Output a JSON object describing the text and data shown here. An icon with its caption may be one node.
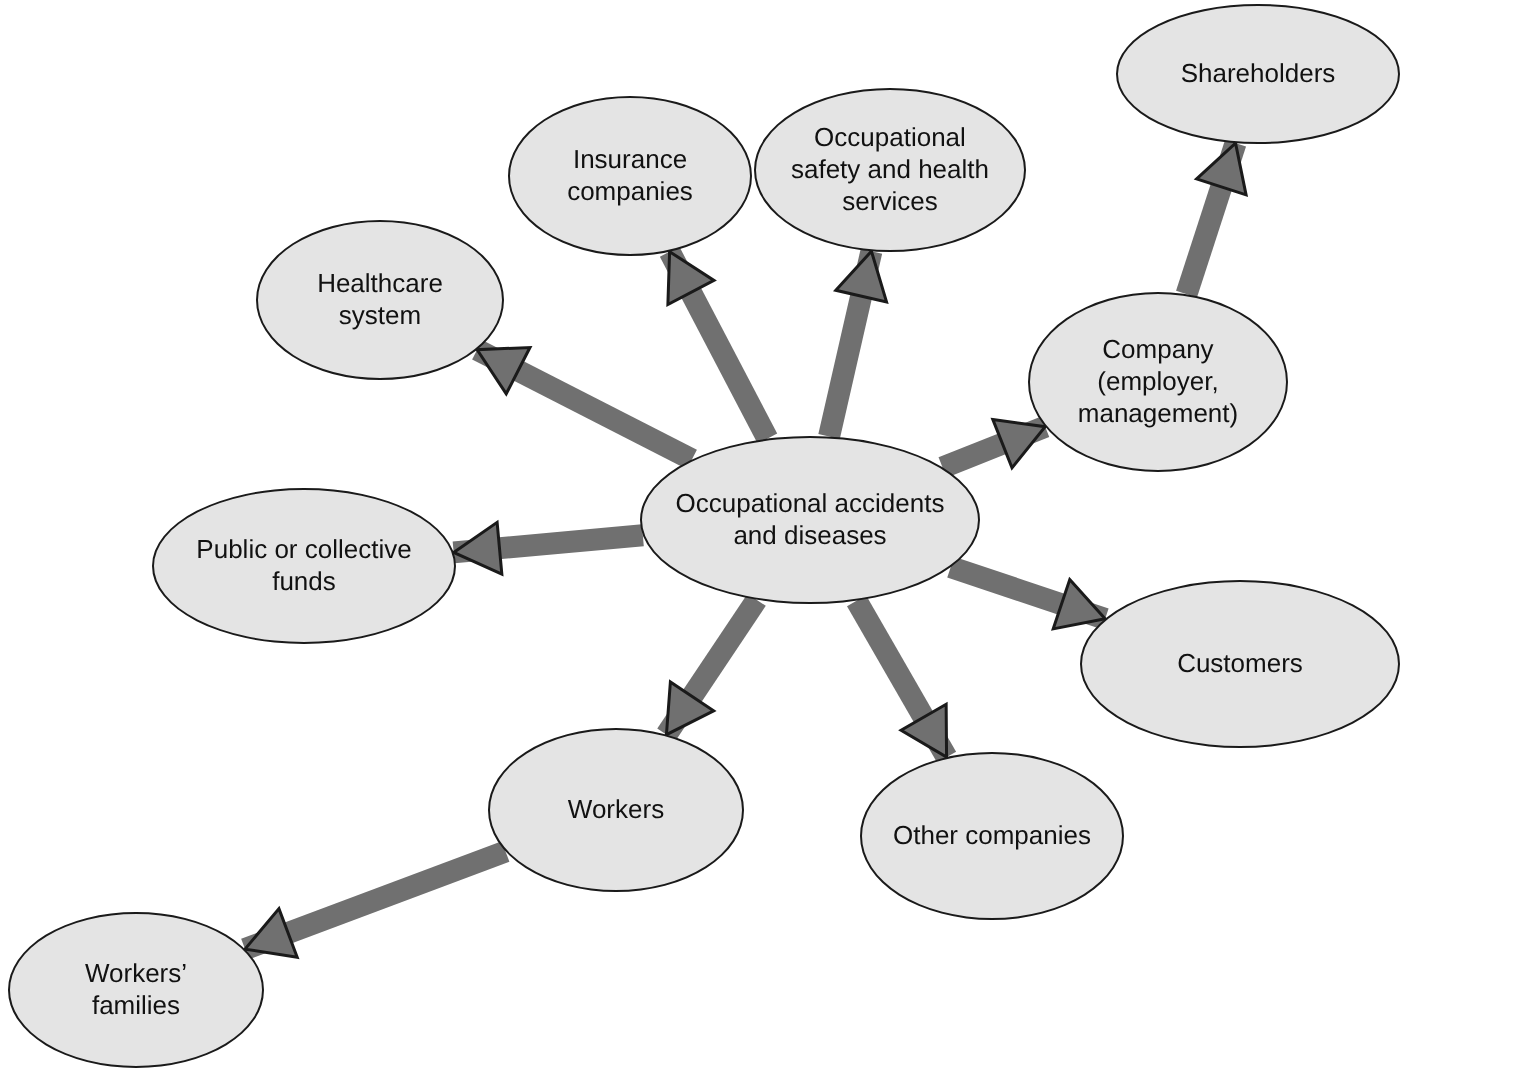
{
  "diagram": {
    "nodes": [
      {
        "text": [
          "Occupational accidents and diseases"
        ]
      },
      {
        "text": [
          "Insurance companies"
        ]
      },
      {
        "text": [
          "Occupational safety and health services"
        ]
      },
      {
        "text": [
          "Shareholders"
        ]
      },
      {
        "text": [
          "Healthcare system"
        ]
      },
      {
        "text": [
          "Company (employer, management)"
        ]
      },
      {
        "text": [
          "Public or collective funds"
        ]
      },
      {
        "text": [
          "Customers"
        ]
      },
      {
        "text": [
          "Workers"
        ]
      },
      {
        "text": [
          "Other companies"
        ]
      },
      {
        "text": [
          "Workers’ families"
        ]
      }
    ],
    "edges": [
      {
        "from": 0,
        "to": 1,
        "arrow": "to"
      },
      {
        "from": 0,
        "to": 2,
        "arrow": "to"
      },
      {
        "from": 0,
        "to": 4,
        "arrow": "to"
      },
      {
        "from": 0,
        "to": 5,
        "arrow": "to"
      },
      {
        "from": 5,
        "to": 3,
        "arrow": "to"
      },
      {
        "from": 0,
        "to": 6,
        "arrow": "to"
      },
      {
        "from": 0,
        "to": 7,
        "arrow": "to"
      },
      {
        "from": 0,
        "to": 8,
        "arrow": "to"
      },
      {
        "from": 0,
        "to": 9,
        "arrow": "to"
      },
      {
        "from": 8,
        "to": 10,
        "arrow": "to"
      }
    ]
  }
}
